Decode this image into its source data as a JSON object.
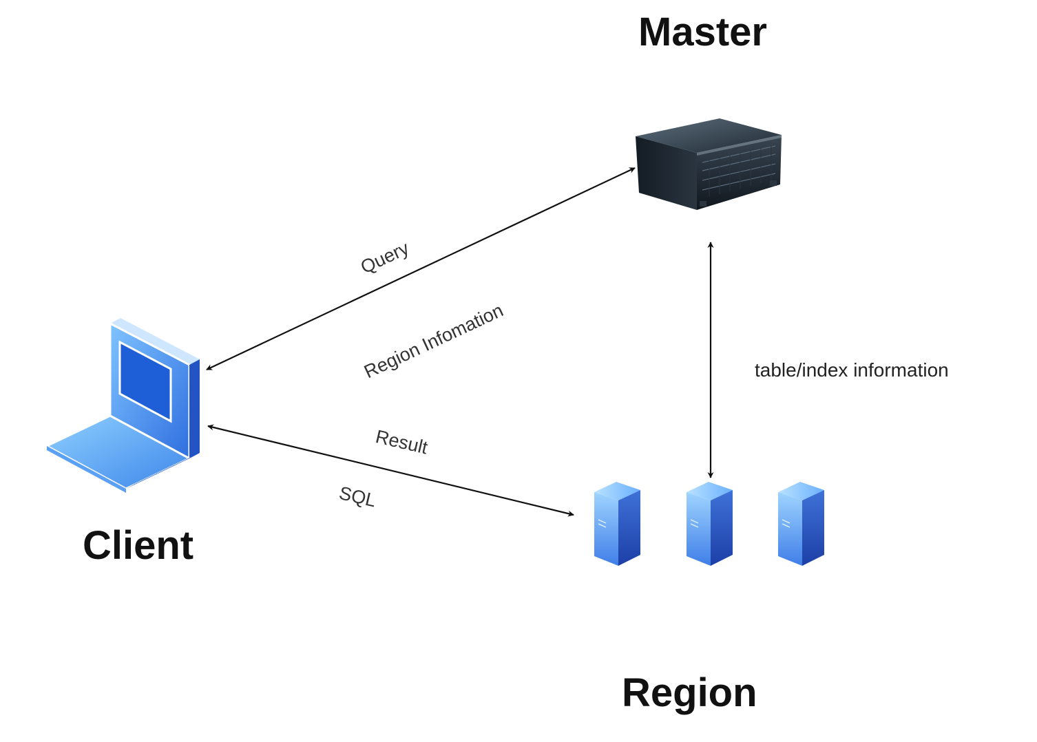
{
  "nodes": {
    "master": {
      "title": "Master"
    },
    "client": {
      "title": "Client"
    },
    "region": {
      "title": "Region"
    }
  },
  "edges": {
    "client_master": {
      "labels": [
        "Query",
        "Region Infomation"
      ]
    },
    "client_region": {
      "labels": [
        "Result",
        "SQL"
      ]
    },
    "master_region": {
      "label": "table/index information"
    }
  },
  "colors": {
    "arrow": "#111111",
    "server_dark": "#1b2733",
    "laptop_blue": "#3d8ef0",
    "tower_blue": "#3a7ce8"
  },
  "icons": {
    "master": "rack-server-icon",
    "client": "laptop-icon",
    "region": "tower-server-icon"
  }
}
